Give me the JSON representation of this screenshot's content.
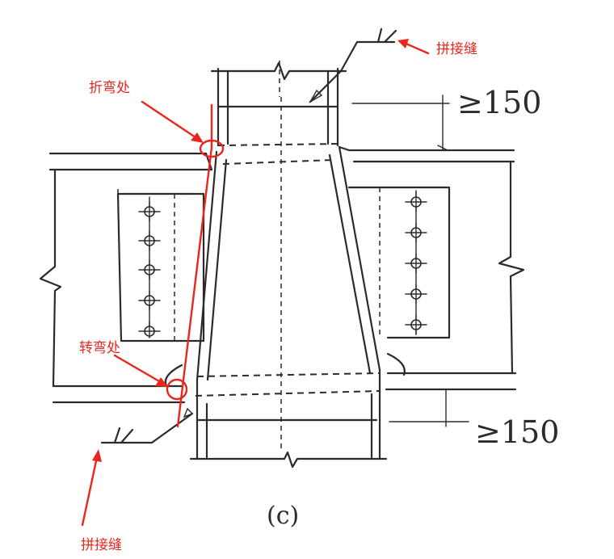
{
  "figure": {
    "caption": "(c)",
    "dimensions": {
      "top_min": "≥150",
      "bottom_min": "≥150"
    },
    "annotations": {
      "splice_top": "拼接缝",
      "bend_point": "折弯处",
      "turn_point": "转弯处",
      "splice_bottom": "拼接缝"
    },
    "colors": {
      "linework": "#2b2b2b",
      "annotation": "#e8261d",
      "background": "#ffffff"
    }
  }
}
